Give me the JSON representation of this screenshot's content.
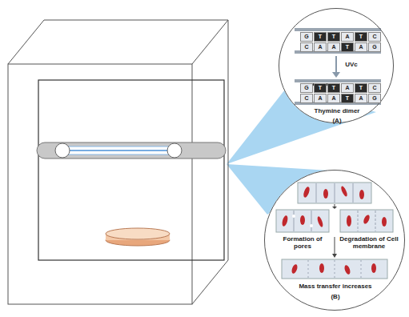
{
  "diagram": {
    "nodes": [
      {
        "text": [
          "UVc",
          "Thymine dimer",
          "(A)"
        ]
      },
      {
        "text": [
          "Formation of pores",
          "Degradation of Cell membrane",
          "Mass transfer increases",
          "(B)"
        ]
      }
    ],
    "labels": [
      "G",
      "T",
      "T",
      "A",
      "T",
      "C",
      "C",
      "A",
      "A",
      "T",
      "A",
      "G",
      "G",
      "T",
      "T",
      "A",
      "T",
      "C",
      "C",
      "A",
      "A",
      "T",
      "A",
      "G"
    ]
  }
}
